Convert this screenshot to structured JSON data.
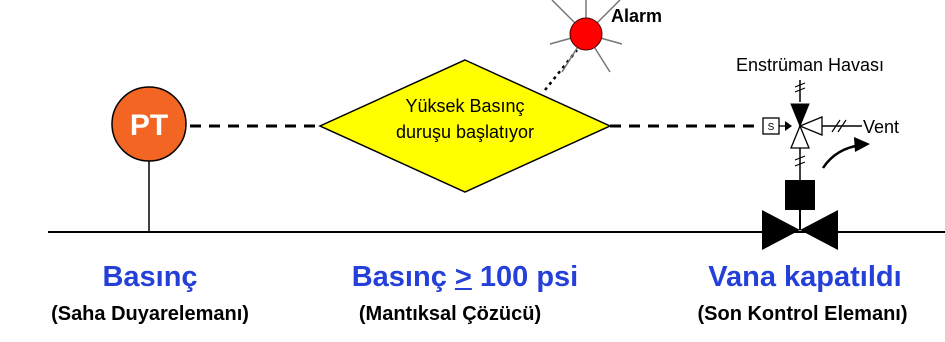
{
  "transmitter": {
    "tag": "PT",
    "fill_color": "#f26522"
  },
  "logic": {
    "line1": "Yüksek Basınç",
    "line2": "duruşu başlatıyor",
    "fill_color": "#ffff00"
  },
  "alarm": {
    "label": "Alarm",
    "lamp_color": "#ff0000"
  },
  "valve": {
    "air_label": "Enstrüman Havası",
    "vent_label": "Vent",
    "solenoid_mark": "S"
  },
  "columns": [
    {
      "title": "Basınç",
      "subtitle": "(Saha Duyarelemanı)"
    },
    {
      "title_pre": "Basınç ",
      "title_symbol": ">",
      "title_post": " 100 psi",
      "subtitle": "(Mantıksal Çözücü)"
    },
    {
      "title": "Vana kapatıldı",
      "subtitle": "(Son Kontrol Elemanı)"
    }
  ],
  "colors": {
    "title_blue": "#2440d8",
    "line": "#000000"
  }
}
